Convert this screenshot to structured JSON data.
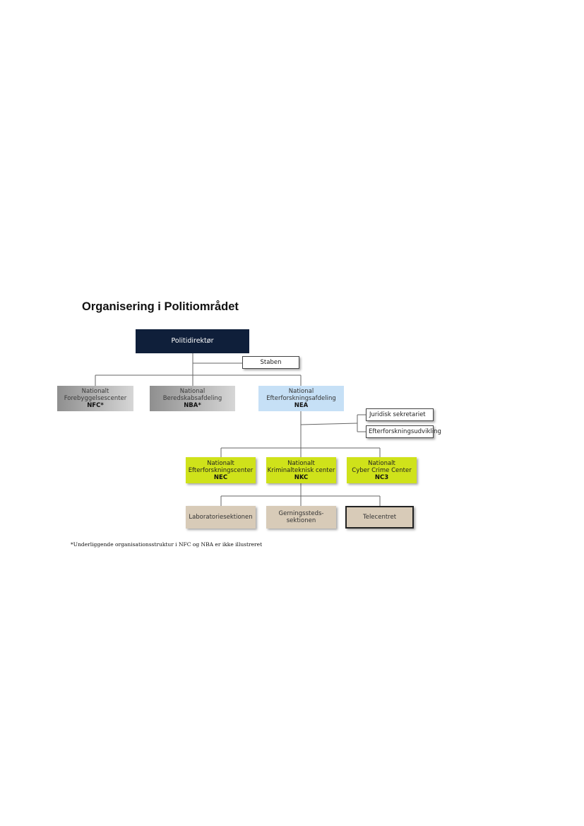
{
  "title": "Organisering i Politiområdet",
  "nodes": {
    "politidirektor": {
      "label": "Politidirektør"
    },
    "staben": {
      "label": "Staben"
    },
    "nfc": {
      "line1": "Nationalt",
      "line2": "Forebyggelsescenter",
      "abbr": "NFC*"
    },
    "nba": {
      "line1": "National",
      "line2": "Beredskabsafdeling",
      "abbr": "NBA*"
    },
    "nea": {
      "line1": "National",
      "line2": "Efterforskningsafdeling",
      "abbr": "NEA"
    },
    "juridisk": {
      "label": "Juridisk sekretariet"
    },
    "efterforskningsudvikling": {
      "label": "Efterforskningsudvikling"
    },
    "nec": {
      "line1": "Nationalt",
      "line2": "Efterforskningscenter",
      "abbr": "NEC"
    },
    "nkc": {
      "line1": "Nationalt",
      "line2": "Kriminalteknisk center",
      "abbr": "NKC"
    },
    "nc3": {
      "line1": "Nationalt",
      "line2": "Cyber Crime Center",
      "abbr": "NC3"
    },
    "laboratorie": {
      "label": "Laboratoriesektionen"
    },
    "gerningssted": {
      "line1": "Gerningssteds-",
      "line2": "sektionen"
    },
    "telecentret": {
      "label": "Telecentret"
    }
  },
  "colors": {
    "navy": "#0f1f3a",
    "grey": "#a8a8a8",
    "blue": "#c6e0f6",
    "lime": "#cfe21a",
    "tan": "#d8cbb8"
  },
  "footnote": "*Underliggende organisationsstruktur i NFC og NBA er ikke illustreret"
}
